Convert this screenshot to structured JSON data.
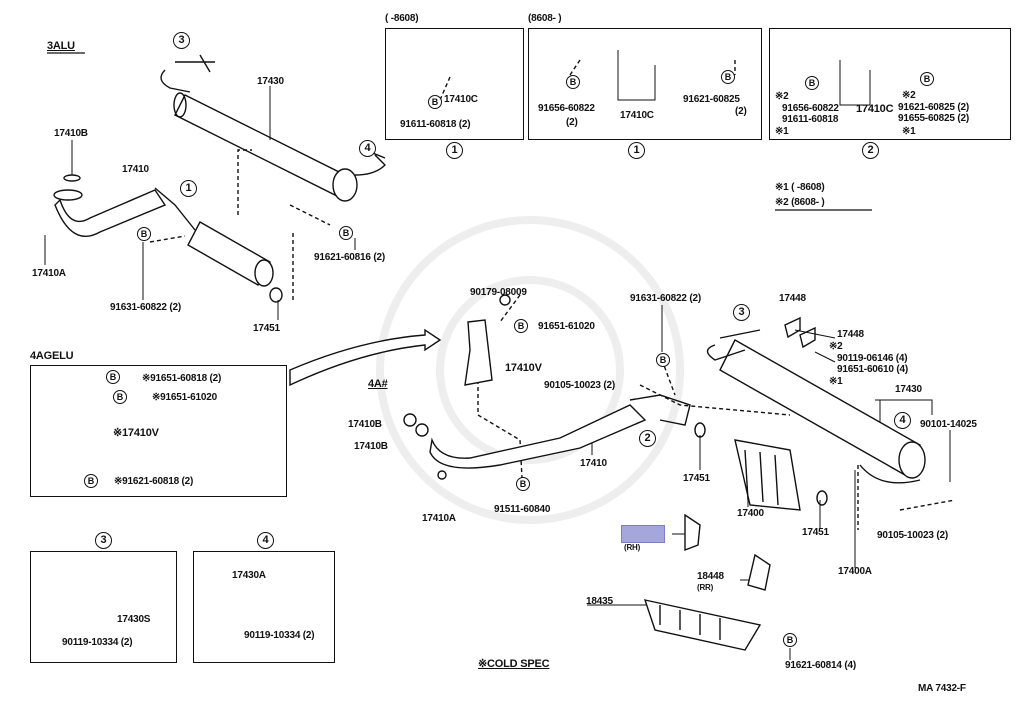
{
  "diagram_code": "MA 7432-F",
  "sections": {
    "engine_3alu": "3ALU",
    "engine_4agelu": "4AGELU",
    "engine_4a": "4A#",
    "cold_spec": "※COLD SPEC"
  },
  "top_boxes": {
    "box1_range": "(        -8608)",
    "box2_range": "(8608-        )",
    "box1_ref": "1",
    "box2_ref": "1",
    "box3_ref": "2"
  },
  "legend": {
    "note1": "※1 (        -8608)",
    "note2": "※2 (8608-        )"
  },
  "refs": {
    "r1": "1",
    "r2": "2",
    "r3": "3",
    "r4": "4"
  },
  "bolt_marker": "B",
  "highlight_color": "#a4a6dc",
  "labels": [
    "17430",
    "17410B",
    "17410",
    "17410A",
    "91631-60822 (2)",
    "17451",
    "91621-60816 (2)",
    "17410C",
    "91611-60818 (2)",
    "91656-60822",
    "(2)",
    "17410C",
    "91621-60825",
    "(2)",
    "※2",
    "91656-60822",
    "91611-60818",
    "※1",
    "17410C",
    "※2",
    "91621-60825 (2)",
    "91655-60825 (2)",
    "※1",
    "※91651-60818 (2)",
    "※91651-61020",
    "※17410V",
    "※91621-60818 (2)",
    "17430S",
    "90119-10334 (2)",
    "17430A",
    "90119-10334 (2)",
    "90179-08009",
    "91651-61020",
    "17410V",
    "17410B",
    "17410B",
    "17410",
    "17410A",
    "91511-60840",
    "91631-60822 (2)",
    "90105-10023 (2)",
    "17451",
    "17400",
    "17451",
    "17400A",
    "17448",
    "17448",
    "※2",
    "90119-06146 (4)",
    "91651-60610 (4)",
    "※1",
    "17430",
    "90101-14025",
    "90105-10023 (2)",
    "18448",
    "(RR)",
    "18435",
    "91621-60814 (4)",
    "(RH)"
  ]
}
